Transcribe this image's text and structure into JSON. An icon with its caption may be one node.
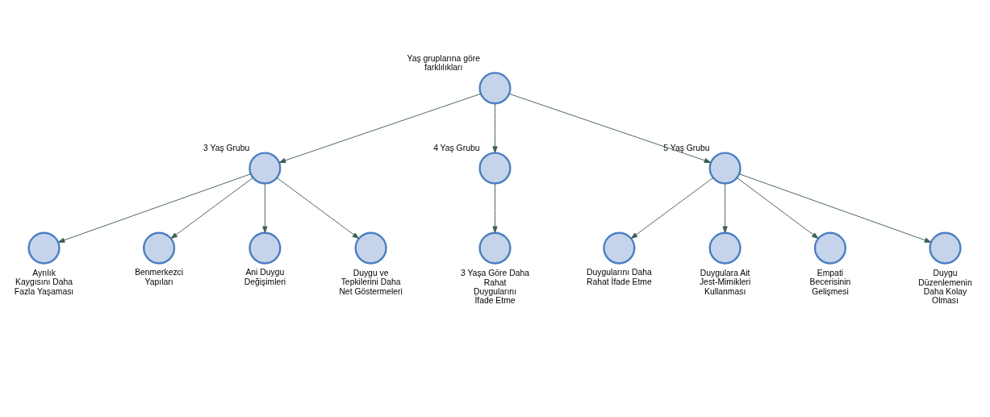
{
  "diagram": {
    "nodes": [
      {
        "text": [
          "Yaş gruplarına göre farklılıkları"
        ]
      },
      {
        "text": [
          "3 Yaş Grubu"
        ]
      },
      {
        "text": [
          "4 Yaş Grubu"
        ]
      },
      {
        "text": [
          "5 Yaş Grubu"
        ]
      },
      {
        "text": [
          "Ayrılık Kaygısını Daha Fazla Yaşaması"
        ]
      },
      {
        "text": [
          "Benmerkezci Yapıları"
        ]
      },
      {
        "text": [
          "Ani Duygu Değişimleri"
        ]
      },
      {
        "text": [
          "Duygu ve Tepkilerini Daha Net Göstermeleri"
        ]
      },
      {
        "text": [
          "3 Yaşa Göre Daha Rahat Duygularını İfade Etme"
        ]
      },
      {
        "text": [
          "Duygularını Daha Rahat İfade Etme"
        ]
      },
      {
        "text": [
          "Duygulara Ait Jest-Mimikleri Kullanması"
        ]
      },
      {
        "text": [
          "Empati Becerisinin Gelişmesi"
        ]
      },
      {
        "text": [
          "Duygu Düzenlemenin Daha Kolay Olması"
        ]
      }
    ],
    "edges": [
      {
        "from": 0,
        "to": 1,
        "arrow": "to"
      },
      {
        "from": 0,
        "to": 2,
        "arrow": "to"
      },
      {
        "from": 0,
        "to": 3,
        "arrow": "to"
      },
      {
        "from": 1,
        "to": 4,
        "arrow": "to"
      },
      {
        "from": 1,
        "to": 5,
        "arrow": "to"
      },
      {
        "from": 1,
        "to": 6,
        "arrow": "to"
      },
      {
        "from": 1,
        "to": 7,
        "arrow": "to"
      },
      {
        "from": 2,
        "to": 8,
        "arrow": "to"
      },
      {
        "from": 3,
        "to": 9,
        "arrow": "to"
      },
      {
        "from": 3,
        "to": 10,
        "arrow": "to"
      },
      {
        "from": 3,
        "to": 11,
        "arrow": "to"
      },
      {
        "from": 3,
        "to": 12,
        "arrow": "to"
      }
    ]
  }
}
